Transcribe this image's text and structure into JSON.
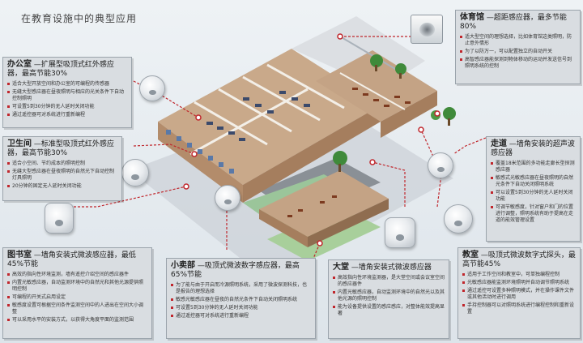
{
  "title": "在教育设施中的典型应用",
  "panels": {
    "office": {
      "name": "办公室",
      "subtitle": " —扩展型吸顶式红外感应器，最高节能30%",
      "items": [
        "适合大型开放空间和办公室的可编程的传感器",
        "无缝大型感应器在昼夜照明与相应的光关条件下自动控制照明",
        "可设置5到30分钟的无人延时关闭功能",
        "通过遥控器可对系统进行重新编程"
      ]
    },
    "restroom": {
      "name": "卫生间",
      "subtitle": " —标准型吸顶式红外感应器，最高节能30%",
      "items": [
        "适合小空间、节约成本的照明控制",
        "无缝大型感应器在昼夜照明的自然光下自动控制灯具照明",
        "20分钟的固定无人延时关闭功能"
      ]
    },
    "library": {
      "name": "图书室",
      "subtitle": " —墙角安装式微波感应器，最低45%节能",
      "items": [
        "高效的指向性环境监测，墙有遥控介绍空间的感应器件",
        "内置光敏感应器，自动监测环境中的自然光和其他光源提供照明控制",
        "可编程的开关式启用设定",
        "敏感度设置可根据空间条件监测空间中的人进出在空间大小调整",
        "可以采用水平的安装方式，以获得大角度平面的监测范围"
      ]
    },
    "store": {
      "name": "小卖部",
      "subtitle": " —吸顶式微波数字感应器，最高65%节能",
      "items": [
        "为了能与由于开启而冷源照明系统，采用了微波探测科技，也是报告的理想选择",
        "敏感光敏感应器在昼夜的自然光条件下自动关闭照明系统",
        "可设置5到30分钟的无人延时关闭功能",
        "通过遥控器可对系统进行重新编程"
      ]
    },
    "lobby": {
      "name": "大堂",
      "subtitle": " —墙角安装式微波感应器",
      "items": [
        "高效指向性环境监测器，是大堂空间或会议室空间的感应器件",
        "内置光敏感应器，自动监测环境中的自然光以及其他光源的照明控制",
        "能为设备提供设置的感应感应，对整体能效提高显著"
      ]
    },
    "gym": {
      "name": "体育馆",
      "subtitle": " —超距感应器，最多节能80%",
      "items": [
        "适大型空间的理想选择，比如体育馆这类照明，防止意外情形",
        "为了以防万一，可以配置独立的自动开关",
        "高智感应器能探测到物体移动的运动并发送信号到照明系统的控制"
      ]
    },
    "corridor": {
      "name": "走道",
      "subtitle": " —墙角安装的超声波感应器",
      "items": [
        "覆盖18米范围的多功能走廊长型探测感应器",
        "敏感式光敏感应器在昼夜照明的自然光条件下自动关闭照明系统",
        "可以设置5到30分钟的无人延时关闭功能",
        "可调节敏感度，针对窗户和门的位置进行调整，照明系统有助于提高在走道的能效管理设置"
      ]
    },
    "classroom": {
      "name": "教室",
      "subtitle": " —吸顶式微波数字式探头，最高节能45%",
      "items": [
        "适用于工作空间和教室中，可单独编程控制",
        "光敏感应器能监测环境照明并自动调节照明系统",
        "通过遥控可设置多种照明模式，并在操作课件文件或其他活动时进行调用",
        "手持控制器可以对照明系统进行编程控制和重新设置"
      ]
    }
  },
  "sensors": {
    "gym_sensor": "square-ceiling-sensor",
    "office_sensor": "ceiling-sensor",
    "restroom_sensor": "ceiling-sensor",
    "library_sensor": "wall-corner-sensor",
    "store_sensor": "ceiling-sensor",
    "lobby_sensor": "wall-corner-sensor",
    "corridor_sensor": "ultrasonic-sensor",
    "classroom_sensor": "ceiling-sensor"
  },
  "colors": {
    "accent_red": "#c0262c",
    "panel_bg": "#d9dde1",
    "floor": "#c9a98a",
    "roof_green": "#9bc59a"
  }
}
